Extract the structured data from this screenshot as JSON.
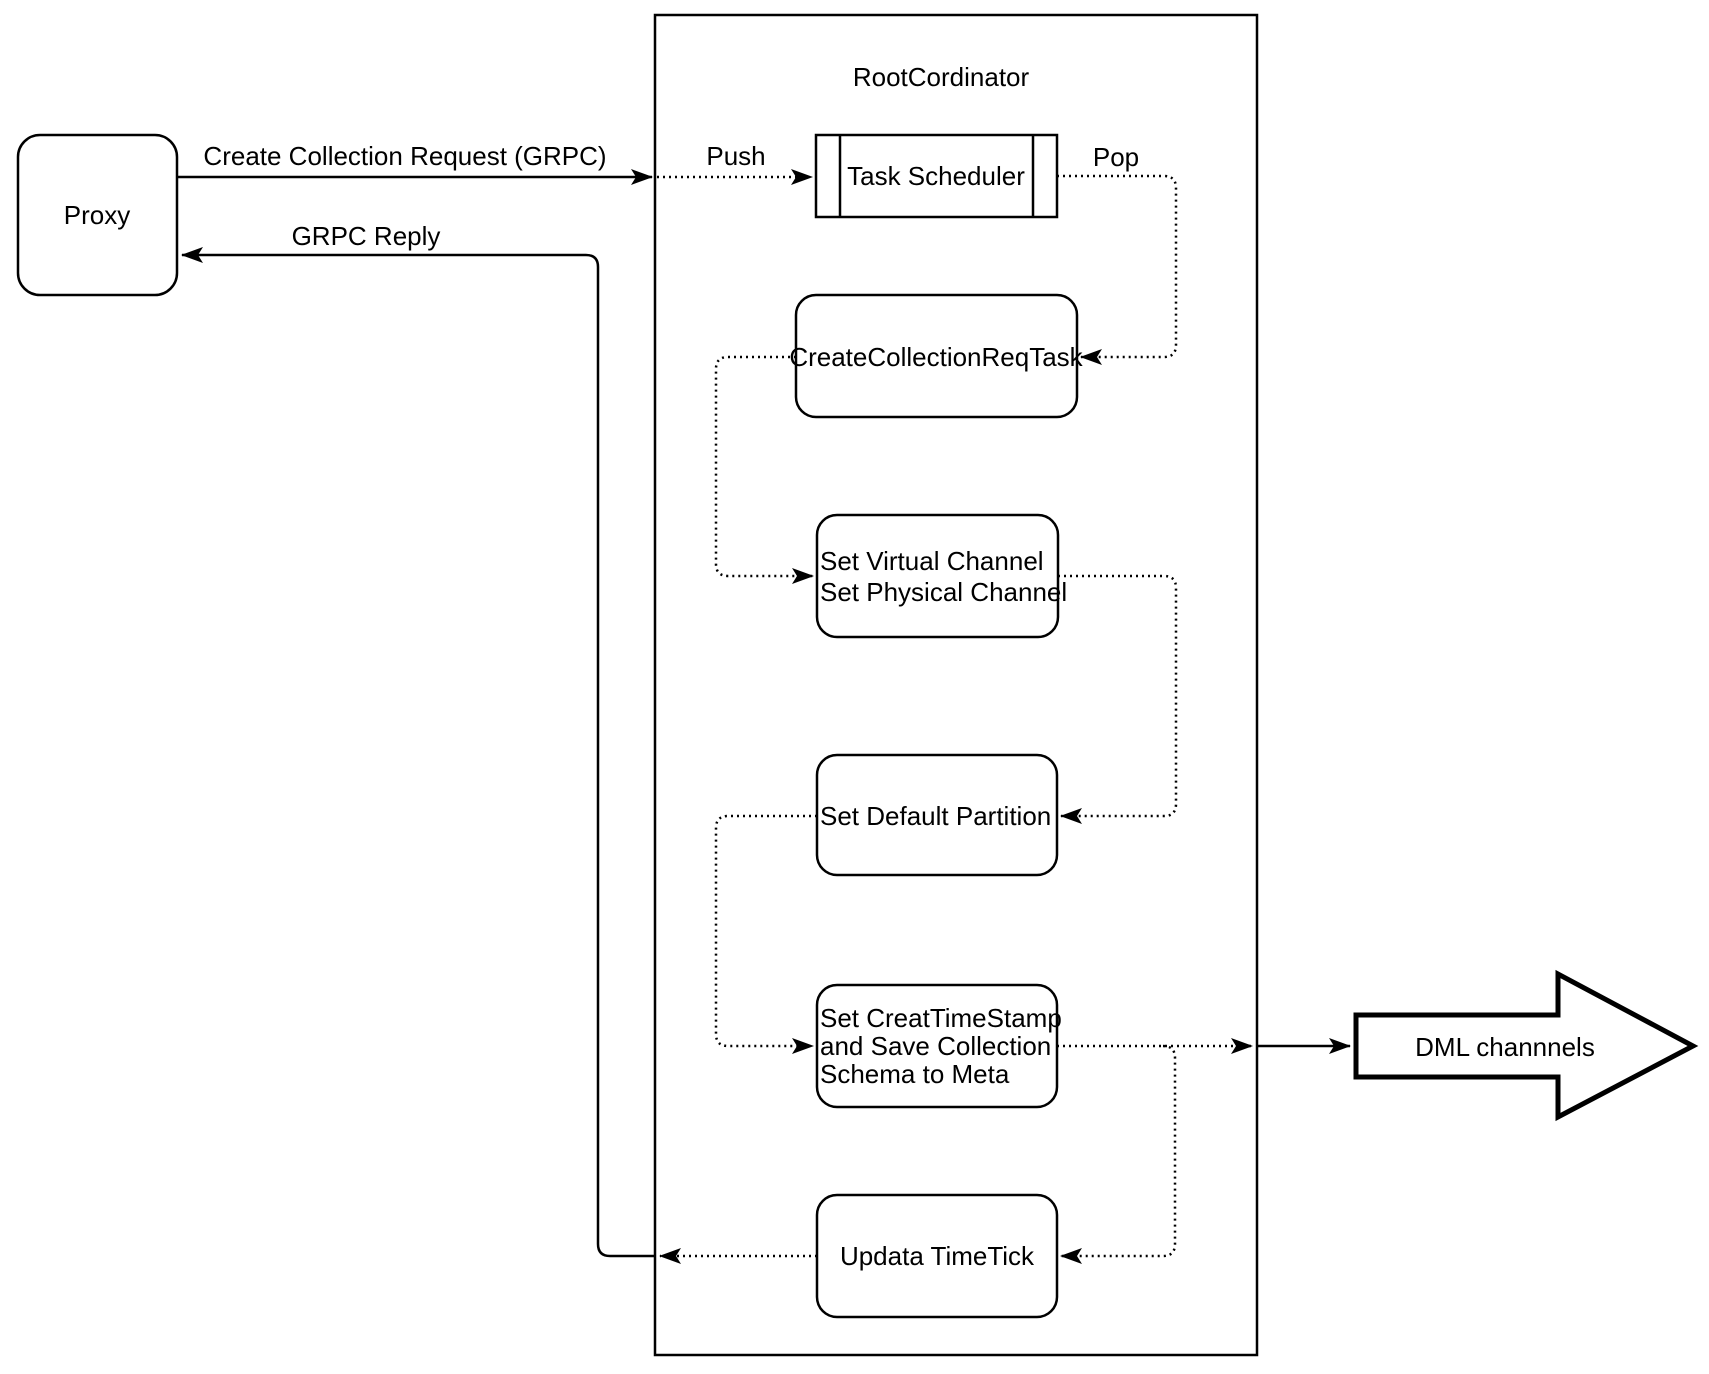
{
  "diagram": {
    "background_color": "#ffffff",
    "line_color": "#000000",
    "nodes": {
      "proxy": {
        "label": "Proxy"
      },
      "root_coordinator": {
        "label": "RootCordinator"
      },
      "task_scheduler": {
        "label": "Task Scheduler"
      },
      "create_collection_req_task": {
        "label": "CreateCollectionReqTask"
      },
      "set_channels": {
        "lines": [
          "Set Virtual Channel",
          "Set Physical Channel"
        ]
      },
      "set_default_partition": {
        "label": "Set Default Partition"
      },
      "set_timestamp_save_schema": {
        "lines": [
          "Set CreatTimeStamp",
          "and Save Collection",
          "Schema to Meta"
        ]
      },
      "update_timetick": {
        "label": "Updata TimeTick"
      },
      "dml_channels": {
        "label": "DML channnels"
      }
    },
    "edges": {
      "create_collection_request": {
        "label": "Create Collection Request (GRPC)"
      },
      "grpc_reply": {
        "label": "GRPC Reply"
      },
      "push": {
        "label": "Push"
      },
      "pop": {
        "label": "Pop"
      }
    }
  }
}
